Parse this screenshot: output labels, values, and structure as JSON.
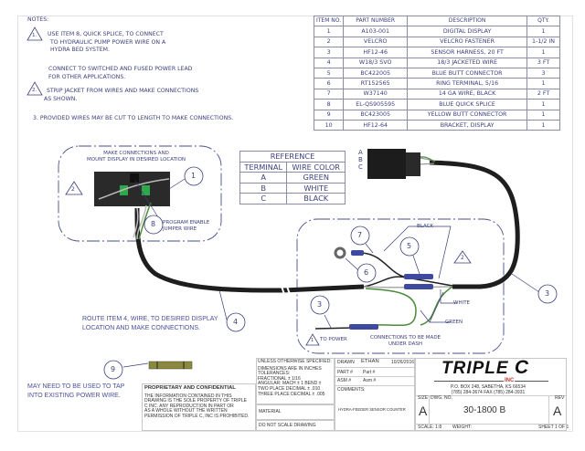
{
  "notes": {
    "heading": "NOTES:",
    "n1": [
      "USE ITEM 8, QUICK SPLICE, TO CONNECT",
      "TO HYDRAULIC PUMP POWER WIRE ON A",
      "HYDRA BED SYSTEM."
    ],
    "n1b": [
      "CONNECT TO SWITCHED AND FUSED POWER LEAD",
      "FOR OTHER APPLICATIONS."
    ],
    "n2": [
      "STRIP JACKET FROM WIRES AND MAKE CONNECTIONS",
      "AS SHOWN."
    ],
    "n3": "3.  PROVIDED WIRES MAY BE CUT TO LENGTH TO MAKE CONNECTIONS.",
    "tri1": "1.",
    "tri2": "2."
  },
  "bom": {
    "headers": [
      "ITEM NO.",
      "PART NUMBER",
      "DESCRIPTION",
      "QTY."
    ],
    "rows": [
      [
        "1",
        "A103-001",
        "DIGITAL DISPLAY",
        "1"
      ],
      [
        "2",
        "VELCRO",
        "VELCRO FASTENER",
        "1-1/2 IN"
      ],
      [
        "3",
        "HF12-46",
        "SENSOR HARNESS, 20 FT",
        "1"
      ],
      [
        "4",
        "W18/3 SVO",
        "18/3 JACKETED WIRE",
        "3 FT"
      ],
      [
        "5",
        "BC422005",
        "BLUE BUTT CONNECTOR",
        "3"
      ],
      [
        "6",
        "RT152565",
        "RING TERMINAL, 5/16",
        "1"
      ],
      [
        "7",
        "W37140",
        "14 GA WIRE, BLACK",
        "2 FT"
      ],
      [
        "8",
        "EL-QS905595",
        "BLUE QUICK SPLICE",
        "1"
      ],
      [
        "9",
        "BC423005",
        "YELLOW BUTT CONNECTOR",
        "1"
      ],
      [
        "10",
        "HF12-64",
        "BRACKET, DISPLAY",
        "1"
      ]
    ]
  },
  "reference": {
    "title": "REFERENCE",
    "headers": [
      "TERMINAL",
      "WIRE COLOR"
    ],
    "rows": [
      [
        "A",
        "GREEN"
      ],
      [
        "B",
        "WHITE"
      ],
      [
        "C",
        "BLACK"
      ]
    ]
  },
  "diagram": {
    "display_box_text": [
      "MAKE CONNECTIONS AND",
      "MOUNT DISPLAY IN DESIRED LOCATION"
    ],
    "jumper_text": [
      "PROGRAM ENABLE",
      "JUMPER WIRE"
    ],
    "connector_pins": [
      "A",
      "B",
      "C"
    ],
    "wire_black": "BLACK",
    "wire_white": "WHITE",
    "wire_green": "GREEN",
    "to_power": "TO POWER",
    "under_dash": [
      "CONNECTIONS TO BE MADE",
      "UNDER DASH"
    ],
    "route_text": [
      "ROUTE ITEM 4, WIRE, TO DESIRED DISPLAY",
      "LOCATION AND MAKE CONNECTIONS."
    ],
    "tap_text": [
      "MAY NEED TO BE USED TO TAP",
      "INTO EXISTING POWER WIRE."
    ],
    "callouts": {
      "c1": "1",
      "c8": "8",
      "c2a": "2",
      "c2b": "2",
      "c3a": "3",
      "c3b": "3",
      "c4": "4",
      "c5": "5",
      "c6": "6",
      "c7": "7",
      "c9": "9",
      "tri1": "1"
    },
    "colors": {
      "ink": "#3b3f7c",
      "green_wire": "#4a8a3a",
      "blue_connector": "#3d4aa0",
      "yellow_connector": "#8b8a3c"
    }
  },
  "title_block": {
    "proprietary_title": "PROPRIETARY AND CONFIDENTIAL",
    "proprietary_text": [
      "THE INFORMATION CONTAINED IN THIS",
      "DRAWING IS THE SOLE PROPERTY OF TRIPLE",
      "C INC.  ANY REPRODUCTION IN PART OR",
      "AS A WHOLE WITHOUT THE WRITTEN",
      "PERMISSION OF TRIPLE C, INC IS PROHIBITED."
    ],
    "tolerances": [
      "UNLESS OTHERWISE SPECIFIED:",
      "DIMENSIONS ARE IN INCHES",
      "TOLERANCES:",
      "FRACTIONAL ± 1/16",
      "ANGULAR: MACH ± 1  BEND ±",
      "TWO PLACE DECIMAL    ± .010",
      "THREE PLACE DECIMAL  ± .005"
    ],
    "material": "MATERIAL",
    "no_scale": "DO NOT SCALE DRAWING",
    "drawn_label": "DRAWN",
    "drawn_by": "ETHAN",
    "date": "10/26/2016",
    "part_label": "PART #",
    "part_value": "Part #",
    "asm_label": "ASM #",
    "asm_value": "Asm #",
    "comments_label": "COMMENTS:",
    "comments": "HYDRA-FEEDER SENSOR COUNTER",
    "logo_main": "TRIPLE",
    "logo_c": "C",
    "logo_inc": "INC",
    "address": [
      "P.O. BOX 248, SABETHA, KS 66534",
      "(785) 284-3674  FAX (785) 284-3931"
    ],
    "size_label": "SIZE",
    "size": "A",
    "dwg_label": "DWG.  NO.",
    "dwg_no": "30-1800 B",
    "rev_label": "REV",
    "rev": "A",
    "scale": "SCALE: 1:8",
    "weight": "WEIGHT:",
    "sheet": "SHEET 1 OF 1"
  }
}
